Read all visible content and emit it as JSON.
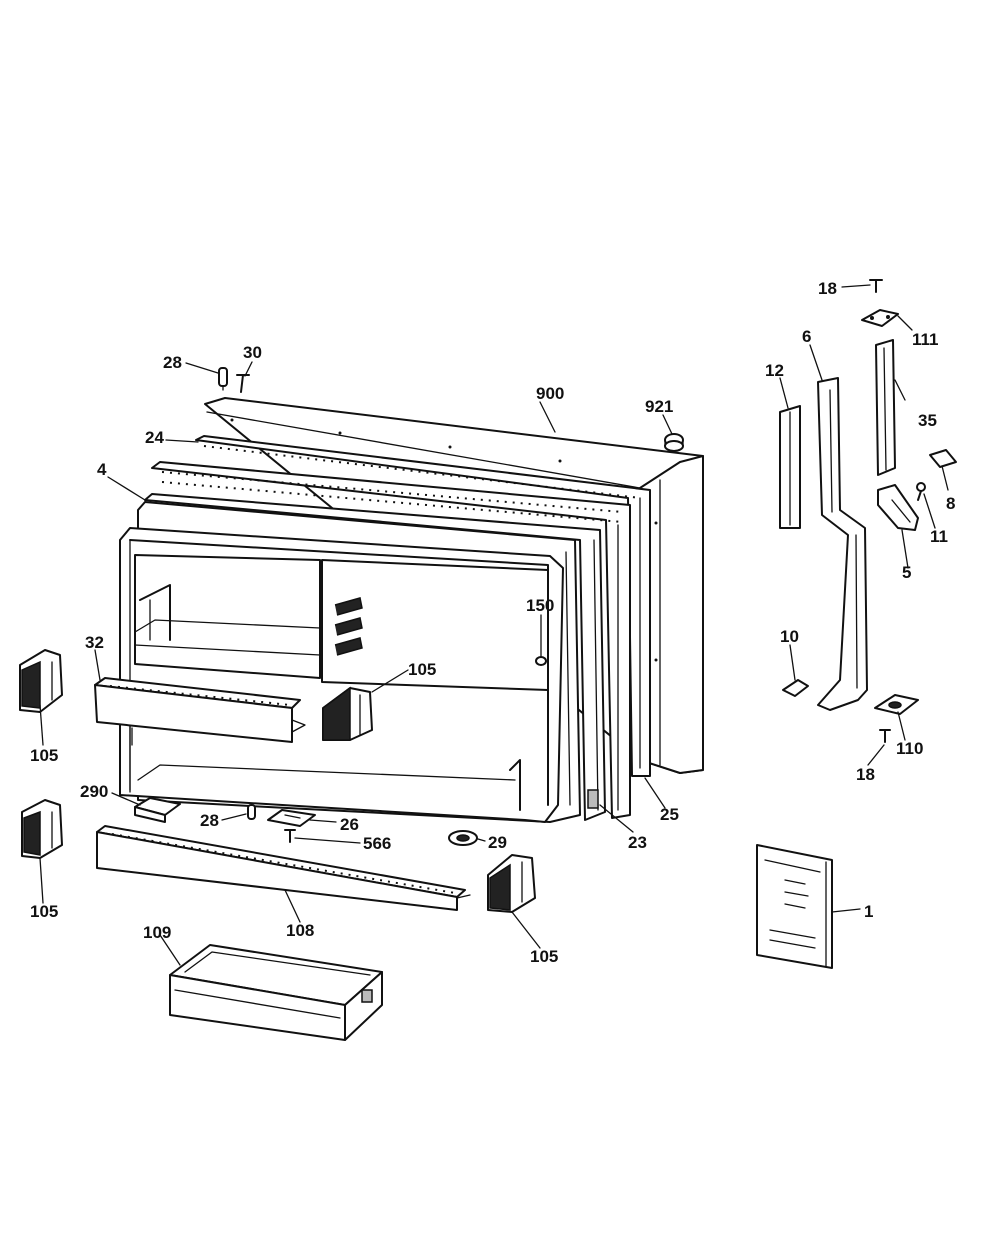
{
  "callouts": [
    {
      "id": "c18a",
      "text": "18"
    },
    {
      "id": "c111",
      "text": "111"
    },
    {
      "id": "c28a",
      "text": "28"
    },
    {
      "id": "c30",
      "text": "30"
    },
    {
      "id": "c6a",
      "text": "6"
    },
    {
      "id": "c12",
      "text": "12"
    },
    {
      "id": "c900",
      "text": "900"
    },
    {
      "id": "c921",
      "text": "921"
    },
    {
      "id": "c35",
      "text": "35"
    },
    {
      "id": "c24",
      "text": "24"
    },
    {
      "id": "c4",
      "text": "4"
    },
    {
      "id": "c8",
      "text": "8"
    },
    {
      "id": "c11",
      "text": "11"
    },
    {
      "id": "c5",
      "text": "5"
    },
    {
      "id": "c150",
      "text": "150"
    },
    {
      "id": "c32",
      "text": "32"
    },
    {
      "id": "c105a",
      "text": "105"
    },
    {
      "id": "c10",
      "text": "10"
    },
    {
      "id": "c105b",
      "text": "105"
    },
    {
      "id": "c110",
      "text": "110"
    },
    {
      "id": "c18b",
      "text": "18"
    },
    {
      "id": "c290",
      "text": "290"
    },
    {
      "id": "c28b",
      "text": "28"
    },
    {
      "id": "c26",
      "text": "26"
    },
    {
      "id": "c25",
      "text": "25"
    },
    {
      "id": "c566",
      "text": "566"
    },
    {
      "id": "c29",
      "text": "29"
    },
    {
      "id": "c23",
      "text": "23"
    },
    {
      "id": "c1",
      "text": "1"
    },
    {
      "id": "c105c",
      "text": "105"
    },
    {
      "id": "c108",
      "text": "108"
    },
    {
      "id": "c109",
      "text": "109"
    },
    {
      "id": "c105d",
      "text": "105"
    }
  ]
}
